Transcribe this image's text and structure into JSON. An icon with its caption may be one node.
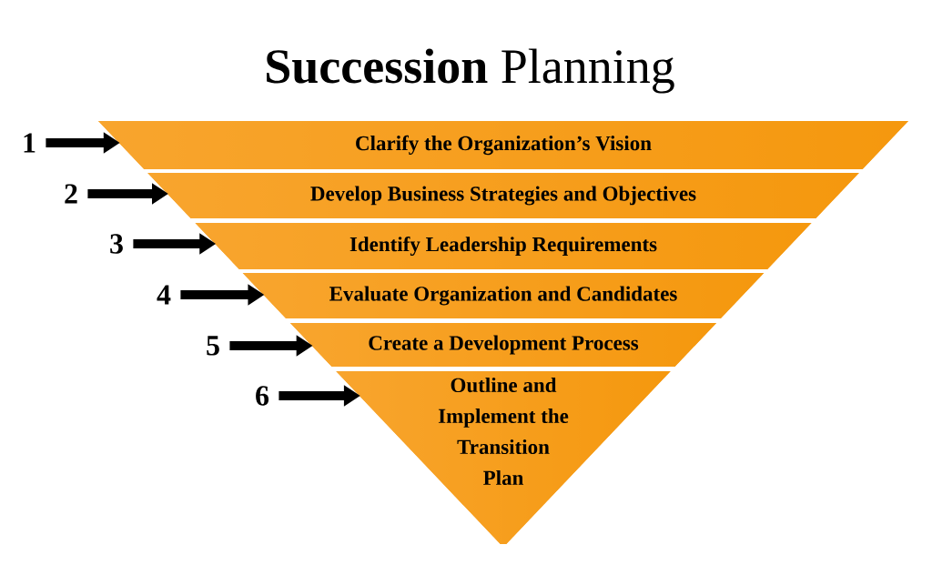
{
  "diagram": {
    "title": "**Succession** Planning",
    "nodes": [
      {
        "text": [
          "Clarify the Organization’s Vision"
        ]
      },
      {
        "text": [
          "Develop Business Strategies and Objectives"
        ]
      },
      {
        "text": [
          "Identify Leadership Requirements"
        ]
      },
      {
        "text": [
          "Evaluate Organization and Candidates"
        ]
      },
      {
        "text": [
          "Create a Development Process"
        ]
      },
      {
        "text": [
          "Outline and Implement the Transition Plan"
        ]
      },
      {
        "text": [
          "1"
        ]
      },
      {
        "text": [
          "2"
        ]
      },
      {
        "text": [
          "3"
        ]
      },
      {
        "text": [
          "4"
        ]
      },
      {
        "text": [
          "5"
        ]
      },
      {
        "text": [
          "6"
        ]
      }
    ],
    "edges": [
      {
        "from": 6,
        "to": 0,
        "arrow": "to"
      },
      {
        "from": 7,
        "to": 1,
        "arrow": "to"
      },
      {
        "from": 8,
        "to": 2,
        "arrow": "to"
      },
      {
        "from": 9,
        "to": 3,
        "arrow": "to"
      },
      {
        "from": 10,
        "to": 4,
        "arrow": "to"
      },
      {
        "from": 11,
        "to": 5,
        "arrow": "to"
      }
    ]
  }
}
